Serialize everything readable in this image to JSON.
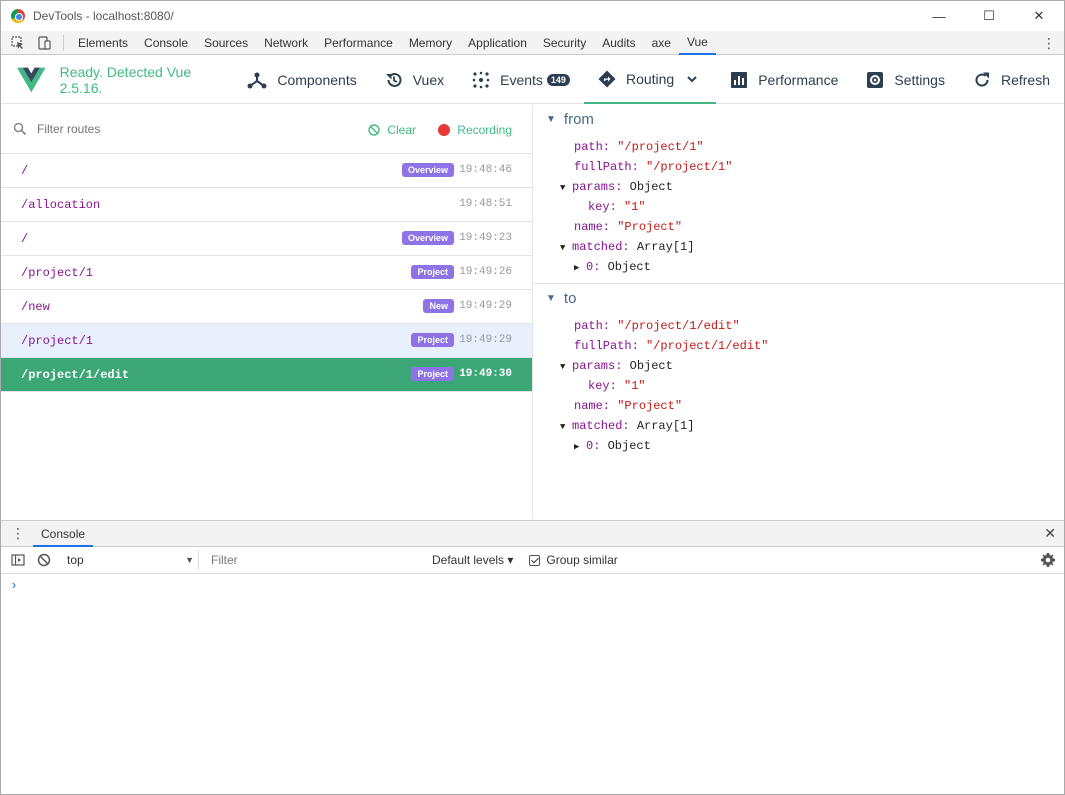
{
  "window": {
    "title": "DevTools - localhost:8080/",
    "minimize": "—",
    "maximize": "☐",
    "close": "✕"
  },
  "devtools": {
    "tabs": [
      "Elements",
      "Console",
      "Sources",
      "Network",
      "Performance",
      "Memory",
      "Application",
      "Security",
      "Audits",
      "axe",
      "Vue"
    ],
    "active_tab": "Vue"
  },
  "vue": {
    "status": "Ready. Detected Vue 2.5.16.",
    "nav": {
      "components": "Components",
      "vuex": "Vuex",
      "events": "Events",
      "events_count": "149",
      "routing": "Routing",
      "performance": "Performance",
      "settings": "Settings",
      "refresh": "Refresh"
    },
    "colors": {
      "accent": "#42b983",
      "selected": "#3ba776",
      "tag": "#8d73e6"
    }
  },
  "routes": {
    "filter_placeholder": "Filter routes",
    "clear": "Clear",
    "recording": "Recording",
    "items": [
      {
        "path": "/",
        "tag": "Overview",
        "time": "19:48:46"
      },
      {
        "path": "/allocation",
        "tag": "",
        "time": "19:48:51"
      },
      {
        "path": "/",
        "tag": "Overview",
        "time": "19:49:23"
      },
      {
        "path": "/project/1",
        "tag": "Project",
        "time": "19:49:26"
      },
      {
        "path": "/new",
        "tag": "New",
        "time": "19:49:29"
      },
      {
        "path": "/project/1",
        "tag": "Project",
        "time": "19:49:29"
      },
      {
        "path": "/project/1/edit",
        "tag": "Project",
        "time": "19:49:30"
      }
    ]
  },
  "details": {
    "from": {
      "title": "from",
      "path_key": "path:",
      "path_val": "\"/project/1\"",
      "fullpath_key": "fullPath:",
      "fullpath_val": "\"/project/1\"",
      "params_key": "params:",
      "params_val": "Object",
      "key_key": "key:",
      "key_val": "\"1\"",
      "name_key": "name:",
      "name_val": "\"Project\"",
      "matched_key": "matched:",
      "matched_val": "Array[1]",
      "zero_key": "0:",
      "zero_val": "Object"
    },
    "to": {
      "title": "to",
      "path_key": "path:",
      "path_val": "\"/project/1/edit\"",
      "fullpath_key": "fullPath:",
      "fullpath_val": "\"/project/1/edit\"",
      "params_key": "params:",
      "params_val": "Object",
      "key_key": "key:",
      "key_val": "\"1\"",
      "name_key": "name:",
      "name_val": "\"Project\"",
      "matched_key": "matched:",
      "matched_val": "Array[1]",
      "zero_key": "0:",
      "zero_val": "Object"
    }
  },
  "console": {
    "tab": "Console",
    "context": "top",
    "filter_placeholder": "Filter",
    "levels": "Default levels ▾",
    "group_similar": "Group similar",
    "prompt": "›"
  }
}
